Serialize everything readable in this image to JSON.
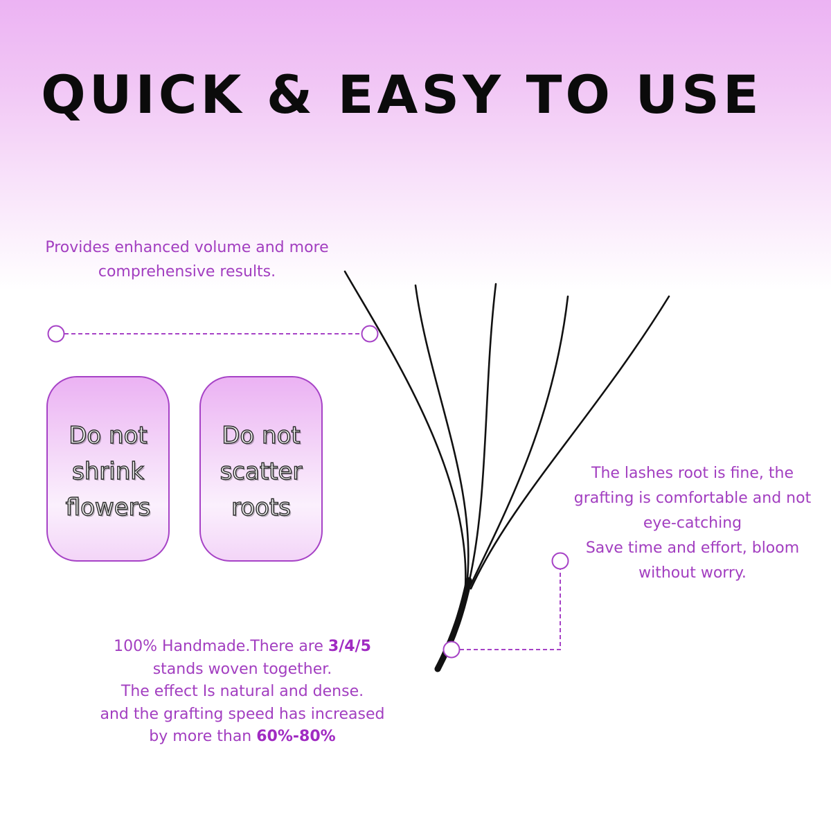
{
  "title": "QUICK & EASY TO USE",
  "volume_text": [
    "Provides enhanced volume and more",
    "comprehensive results."
  ],
  "badges": [
    {
      "lines": [
        "Do not",
        "shrink",
        "flowers"
      ]
    },
    {
      "lines": [
        "Do not",
        "scatter",
        "roots"
      ]
    }
  ],
  "root_text": [
    "The lashes root is fine, the",
    "grafting is comfortable and not",
    "eye-catching",
    "Save time and effort, bloom",
    "without worry."
  ],
  "handmade": {
    "l1_pre": "100% Handmade.There are ",
    "l1_bold": "3/4/5",
    "l2": "stands woven together.",
    "l3": "The effect Is natural and dense.",
    "l4": "and the grafting speed has increased",
    "l5_pre": "by more than ",
    "l5_bold": "60%-80%"
  },
  "colors": {
    "accent": "#a23ec0",
    "title": "#0b0b0b",
    "gradient_top": "#ecb3f3"
  },
  "icons": [
    "eyelash-cluster-icon",
    "callout-dot-icon"
  ]
}
